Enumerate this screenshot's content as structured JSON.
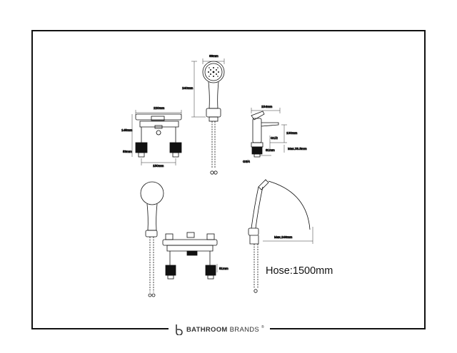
{
  "dimensions": {
    "head_width": "68mm",
    "head_height": "240mm",
    "bath_width": "220mm",
    "bath_height": "145mm",
    "bath_base": "53mm",
    "bath_centres": "150mm",
    "basin_width": "154mm",
    "basin_height": "100mm",
    "basin_thread": "G1/2",
    "basin_tail": "81mm",
    "basin_max": "Max.33.5mm",
    "basin_fitting": "G3/4",
    "front_base": "51mm",
    "side_max": "Max.246mm"
  },
  "hose_label": "Hose:1500mm",
  "brand": {
    "part1": "BATHROOM",
    "part2": "BRANDS",
    "reg": "®"
  },
  "colors": {
    "line": "#111111",
    "dim_line": "#333333"
  }
}
